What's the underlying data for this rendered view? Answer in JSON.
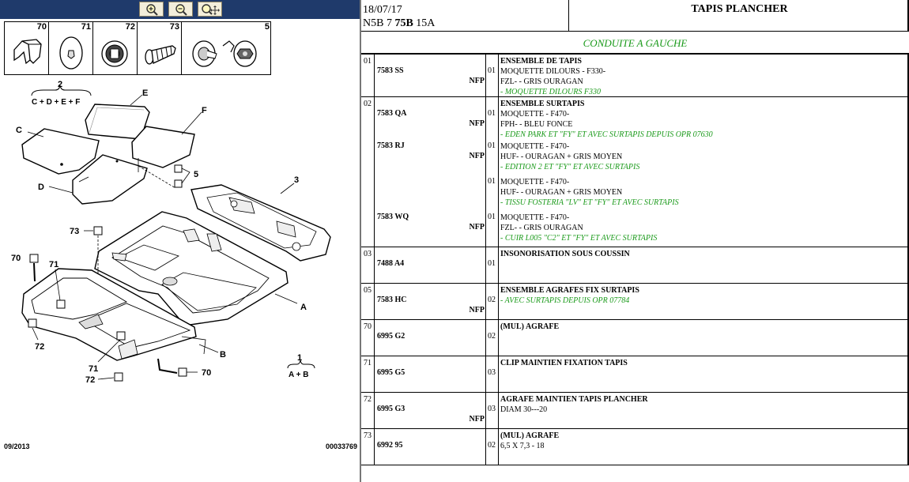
{
  "toolbar": {
    "zoom_in": "zoom-in",
    "zoom_out": "zoom-out",
    "zoom_fit": "zoom-fit"
  },
  "thumbs": [
    {
      "num": "70"
    },
    {
      "num": "71"
    },
    {
      "num": "72"
    },
    {
      "num": "73"
    },
    {
      "num": "5"
    }
  ],
  "diagram": {
    "labels": {
      "two": "2",
      "cdef": "C + D + E + F",
      "E": "E",
      "F": "F",
      "C": "C",
      "D": "D",
      "five": "5",
      "three": "3",
      "seventythree": "73",
      "seventy_a": "70",
      "seventyone_a": "71",
      "A": "A",
      "seventytwo_a": "72",
      "B": "B",
      "seventyone_b": "71",
      "seventytwo_b": "72",
      "seventy_b": "70",
      "one": "1",
      "ab": "A + B"
    },
    "footer_date": "09/2013",
    "footer_id": "00033769"
  },
  "header": {
    "date": "18/07/17",
    "code_prefix": "N5B 7 ",
    "code_bold": "75B",
    "code_suffix": " 15A",
    "title": "TAPIS PLANCHER"
  },
  "condition": "CONDUITE A GAUCHE",
  "rows": [
    {
      "sec": "01",
      "entries": [
        {
          "ref": "7583 SS",
          "nfp": "NFP",
          "qty": "01",
          "title": "ENSEMBLE DE TAPIS",
          "lines": [
            "MOQUETTE DILOURS - F330-",
            "FZL- - GRIS OURAGAN"
          ],
          "green": "- MOQUETTE DILOURS F330"
        }
      ]
    },
    {
      "sec": "02",
      "entries": [
        {
          "ref": "7583 QA",
          "nfp": "NFP",
          "qty": "01",
          "title": "ENSEMBLE SURTAPIS",
          "lines": [
            "MOQUETTE - F470-",
            "FPH- - BLEU FONCE"
          ],
          "green": "- EDEN PARK ET \"FY\" ET AVEC SURTAPIS DEPUIS OPR 07630"
        },
        {
          "ref": "7583 RJ",
          "nfp": "NFP",
          "qty": "01",
          "title": "",
          "lines": [
            "MOQUETTE - F470-",
            "HUF- - OURAGAN + GRIS MOYEN"
          ],
          "green": "- EDITION 2 ET \"FY\" ET AVEC SURTAPIS"
        },
        {
          "ref": "",
          "nfp": "",
          "qty": "01",
          "title": "",
          "lines": [
            "MOQUETTE - F470-",
            "HUF- - OURAGAN + GRIS MOYEN"
          ],
          "green": "- TISSU FOSTERIA \"LV\" ET \"FY\" ET AVEC SURTAPIS"
        },
        {
          "ref": "7583 WQ",
          "nfp": "NFP",
          "qty": "01",
          "title": "",
          "lines": [
            "MOQUETTE - F470-",
            "FZL- - GRIS OURAGAN"
          ],
          "green": "- CUIR L005 \"C2\" ET \"FY\" ET AVEC SURTAPIS"
        }
      ]
    },
    {
      "sec": "03",
      "entries": [
        {
          "ref": "7488 A4",
          "nfp": "",
          "qty": "01",
          "title": "INSONORISATION SOUS COUSSIN",
          "lines": [],
          "green": ""
        }
      ]
    },
    {
      "sec": "05",
      "entries": [
        {
          "ref": "7583 HC",
          "nfp": "NFP",
          "qty": "02",
          "title": "ENSEMBLE AGRAFES FIX SURTAPIS",
          "lines": [],
          "green": "- AVEC SURTAPIS DEPUIS OPR 07784"
        }
      ]
    },
    {
      "sec": "70",
      "entries": [
        {
          "ref": "6995 G2",
          "nfp": "",
          "qty": "02",
          "title": "(MUL) AGRAFE",
          "lines": [],
          "green": ""
        }
      ]
    },
    {
      "sec": "71",
      "entries": [
        {
          "ref": "6995 G5",
          "nfp": "",
          "qty": "03",
          "title": "CLIP MAINTIEN FIXATION TAPIS",
          "lines": [],
          "green": ""
        }
      ]
    },
    {
      "sec": "72",
      "entries": [
        {
          "ref": "6995 G3",
          "nfp": "NFP",
          "qty": "03",
          "title": "AGRAFE MAINTIEN TAPIS PLANCHER",
          "lines": [
            "DIAM 30---20"
          ],
          "green": ""
        }
      ]
    },
    {
      "sec": "73",
      "entries": [
        {
          "ref": "6992 95",
          "nfp": "",
          "qty": "02",
          "title": "(MUL) AGRAFE",
          "lines": [
            "6,5 X 7,3 - 18"
          ],
          "green": ""
        }
      ]
    }
  ]
}
